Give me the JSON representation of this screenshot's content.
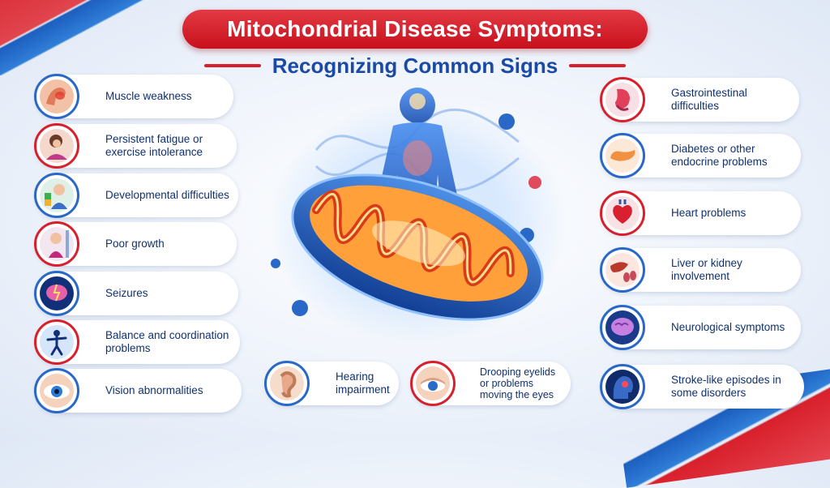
{
  "header": {
    "title": "Mitochondrial Disease Symptoms:",
    "subtitle": "Recognizing Common Signs"
  },
  "left_symptoms": [
    {
      "label": "Muscle weakness",
      "icon": "flexed-arm-icon"
    },
    {
      "label": "Persistent fatigue or exercise intolerance",
      "icon": "tired-person-icon"
    },
    {
      "label": "Developmental difficulties",
      "icon": "child-blocks-icon"
    },
    {
      "label": "Poor growth",
      "icon": "child-height-icon"
    },
    {
      "label": "Seizures",
      "icon": "brain-seizure-icon"
    },
    {
      "label": "Balance and coordination problems",
      "icon": "balance-figure-icon"
    },
    {
      "label": "Vision abnormalities",
      "icon": "eye-icon"
    }
  ],
  "bottom_symptoms": [
    {
      "label": "Hearing impairment",
      "icon": "ear-icon"
    },
    {
      "label": "Drooping eyelids or problems moving the eyes",
      "icon": "drooping-eye-icon"
    }
  ],
  "right_symptoms": [
    {
      "label": "Gastrointestinal difficulties",
      "icon": "stomach-icon"
    },
    {
      "label": "Diabetes or other endocrine problems",
      "icon": "pancreas-icon"
    },
    {
      "label": "Heart problems",
      "icon": "heart-icon"
    },
    {
      "label": "Liver or kidney involvement",
      "icon": "liver-kidney-icon"
    },
    {
      "label": "Neurological symptoms",
      "icon": "brain-icon"
    },
    {
      "label": "Stroke-like episodes in some disorders",
      "icon": "stroke-head-icon"
    }
  ],
  "colors": {
    "accent_red": "#d8202c",
    "accent_blue": "#1a4aa6",
    "text_navy": "#10306e"
  }
}
